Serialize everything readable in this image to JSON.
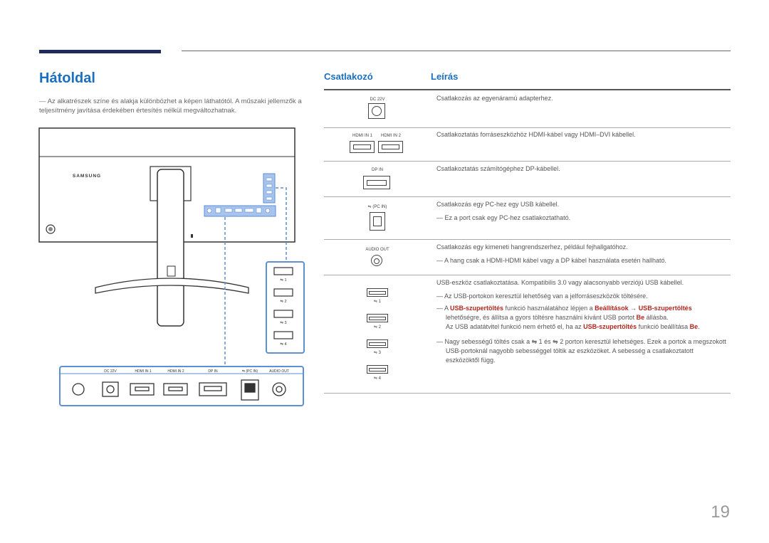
{
  "page": {
    "title": "Hátoldal",
    "note": "Az alkatrészek színe és alakja különbözhet a képen láthatótól. A műszaki jellemzők a teljesítmény javítása érdekében értesítés nélkül megváltozhatnak.",
    "note_dash": "―",
    "page_number": "19"
  },
  "table": {
    "col_connector": "Csatlakozó",
    "col_description": "Leírás"
  },
  "rows": {
    "dc": {
      "label": "DC 22V",
      "desc": "Csatlakozás az egyenáramú adapterhez."
    },
    "hdmi": {
      "label1": "HDMI IN 1",
      "label2": "HDMI IN 2",
      "desc": "Csatlakoztatás forráseszközhöz HDMI-kábel vagy HDMI–DVI kábellel."
    },
    "dp": {
      "label": "DP IN",
      "desc": "Csatlakoztatás számítógéphez DP-kábellel."
    },
    "pcin": {
      "label": "(PC IN)",
      "desc": "Csatlakozás egy PC-hez egy USB kábellel.",
      "note": "Ez a port csak egy PC-hez csatlakoztatható."
    },
    "audio": {
      "label": "AUDIO OUT",
      "desc": "Csatlakozás egy kimeneti hangrendszerhez, például fejhallgatóhoz.",
      "note": "A hang csak a HDMI-HDMI kábel vagy a DP kábel használata esetén hallható."
    },
    "usb": {
      "labels": [
        "1",
        "2",
        "3",
        "4"
      ],
      "desc": "USB-eszköz csatlakoztatása. Kompatibilis 3.0 vagy alacsonyabb verziójú USB kábellel.",
      "note1": "Az USB-portokon keresztül lehetőség van a jelforráseszközök töltésére.",
      "note2_a": "A ",
      "note2_b": "USB-szupertöltés",
      "note2_c": " funkció használatához lépjen a ",
      "note2_d": "Beállítások",
      "note2_e": " → ",
      "note2_f": "USB-szupertöltés",
      "note2_g": " lehetőségre, és állítsa a gyors töltésre használni kívánt USB portot ",
      "note2_h": "Be",
      "note2_i": " állásba.",
      "note3_a": "Az USB adatátvitel funkció nem érhető el, ha az ",
      "note3_b": "USB-szupertöltés",
      "note3_c": " funkció beállítása ",
      "note3_d": "Be",
      "note3_e": ".",
      "note4_a": "Nagy sebességű töltés csak a ",
      "note4_b": " 1 és ",
      "note4_c": " 2 porton keresztül lehetséges. Ezek a portok a megszokott USB-portoknál nagyobb sebességgel töltik az eszközöket. A sebesség a csatlakoztatott eszközöktől függ."
    }
  },
  "diagram": {
    "brand": "SAMSUNG",
    "panel_labels": [
      "DC 22V",
      "HDMI IN 1",
      "HDMI IN 2",
      "DP IN",
      "(PC IN)",
      "AUDIO OUT"
    ],
    "usb_labels": [
      "1",
      "2",
      "3",
      "4"
    ],
    "accent_color": "#5b8fd6"
  }
}
